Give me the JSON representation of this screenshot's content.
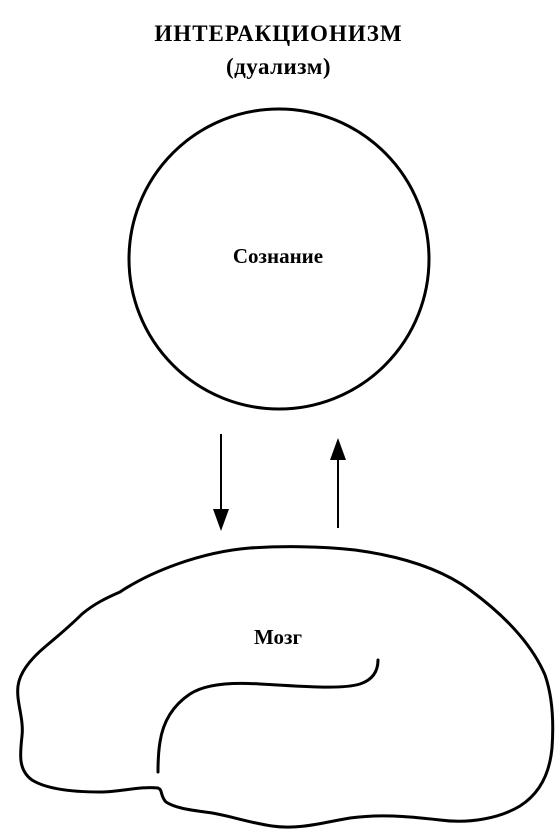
{
  "title": {
    "main": "ИНТЕРАКЦИОНИЗМ",
    "sub": "(дуализм)"
  },
  "nodes": {
    "mind_label": "Сознание",
    "brain_label": "Мозг"
  },
  "arrows": {
    "down": "mind-to-brain",
    "up": "brain-to-mind"
  },
  "colors": {
    "stroke": "#000000",
    "background": "#ffffff"
  }
}
